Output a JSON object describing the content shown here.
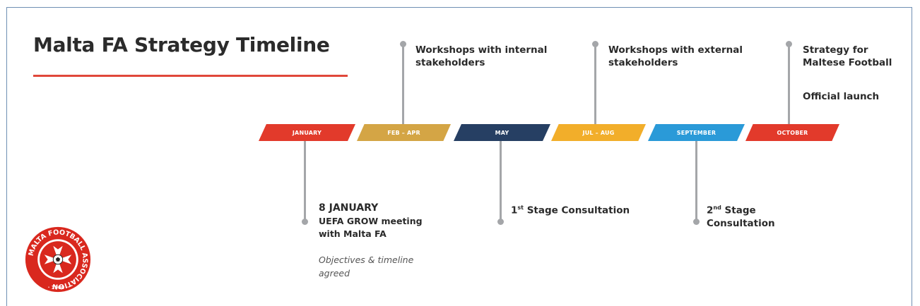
{
  "title": "Malta FA Strategy Timeline",
  "colors": {
    "accent_rule": "#e0483a",
    "stem": "#a4a6a9",
    "january": "#e23a2b",
    "feb_apr": "#d4a545",
    "may": "#263f63",
    "jul_aug": "#f2ae2a",
    "september": "#2a9ad8",
    "october": "#e23a2b"
  },
  "phases": [
    {
      "label": "JANUARY",
      "color": "#e23a2b"
    },
    {
      "label": "FEB – APR",
      "color": "#d4a545"
    },
    {
      "label": "MAY",
      "color": "#263f63"
    },
    {
      "label": "JUL – AUG",
      "color": "#f2ae2a"
    },
    {
      "label": "SEPTEMBER",
      "color": "#2a9ad8"
    },
    {
      "label": "OCTOBER",
      "color": "#e23a2b"
    }
  ],
  "above": {
    "feb_apr": "Workshops with internal stakeholders",
    "jul_aug": "Workshops with external stakeholders",
    "october_1": "Strategy for Maltese Football",
    "october_2": "Official launch"
  },
  "below": {
    "january_date": "8 JANUARY",
    "january_event": "UEFA GROW meeting with Malta FA",
    "january_note": "Objectives & timeline agreed",
    "may_num": "1",
    "may_sup": "st",
    "may_text": "Stage Consultation",
    "sept_num": "2",
    "sept_sup": "nd",
    "sept_text_1": "Stage",
    "sept_text_2": "Consultation"
  },
  "logo": {
    "text": "MALTA FOOTBALL ASSOCIATION",
    "year": "· 1900 ·"
  }
}
